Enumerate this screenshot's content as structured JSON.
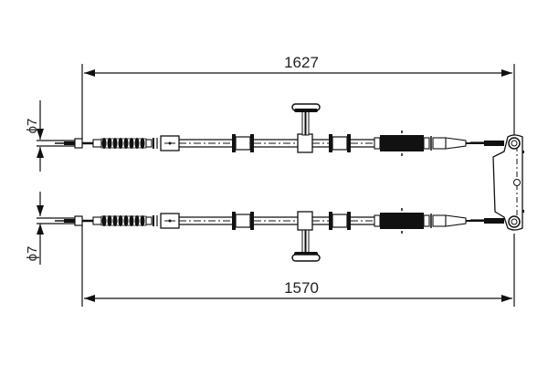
{
  "diagram": {
    "subject": "parking brake cable (dual)",
    "dimensions": {
      "top_length": "1627",
      "bottom_length": "1570",
      "top_diameter": "ϕ7",
      "bottom_diameter": "ϕ7"
    },
    "colors": {
      "line": "#111111",
      "background": "#ffffff",
      "boot_fill": "#111111"
    }
  }
}
